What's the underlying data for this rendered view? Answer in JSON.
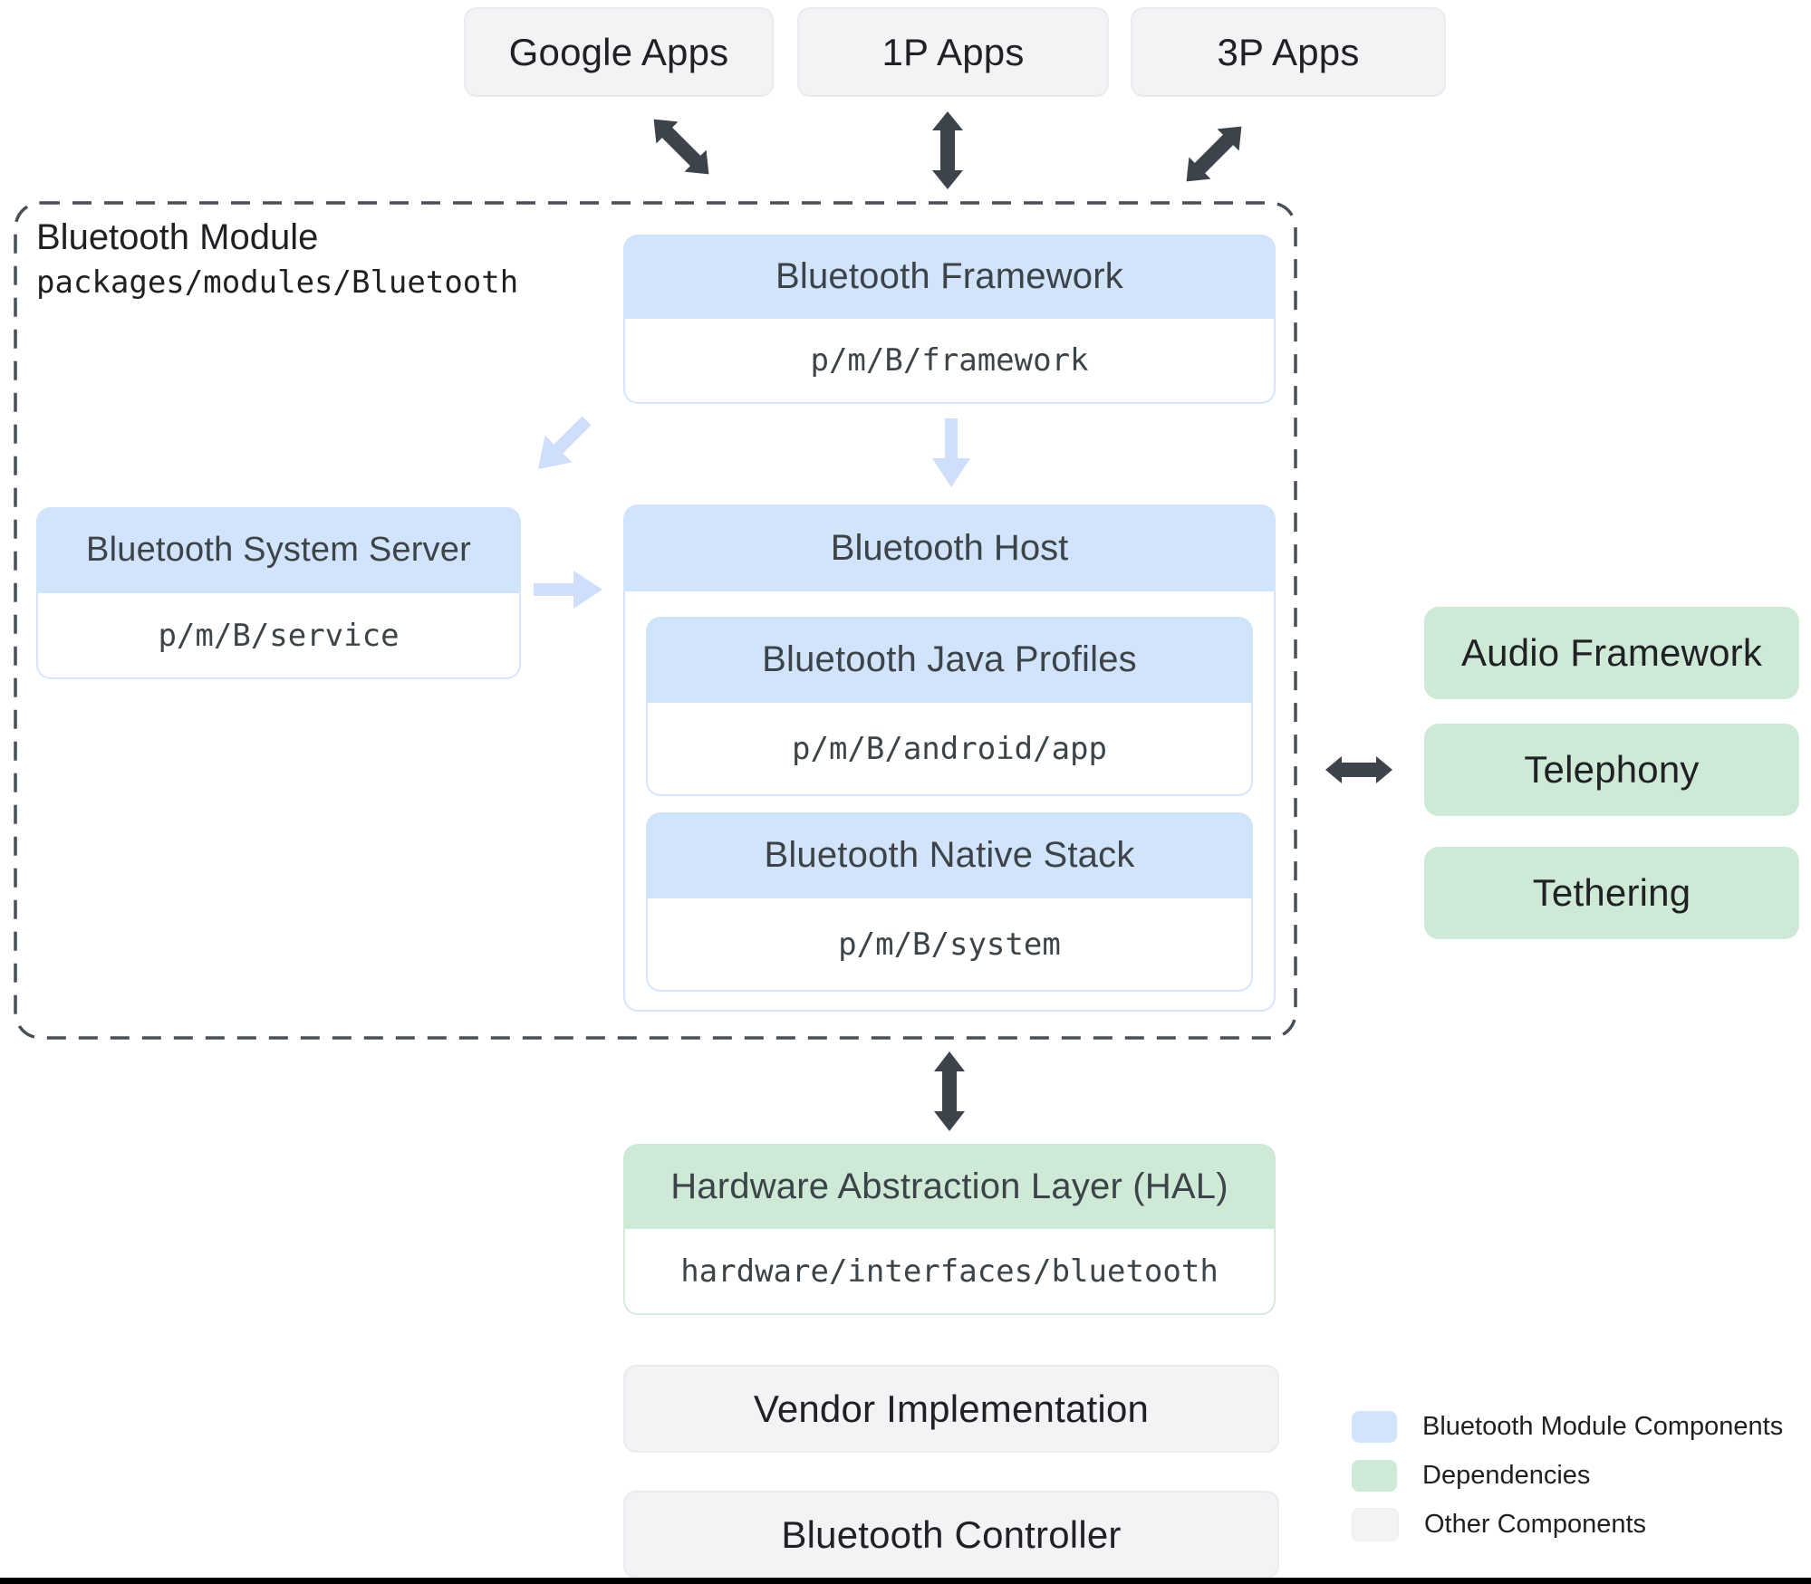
{
  "top_apps": [
    {
      "label": "Google Apps"
    },
    {
      "label": "1P Apps"
    },
    {
      "label": "3P Apps"
    }
  ],
  "bluetooth_module": {
    "title": "Bluetooth Module",
    "path": "packages/modules/Bluetooth",
    "framework": {
      "title": "Bluetooth Framework",
      "path": "p/m/B/framework"
    },
    "system_server": {
      "title": "Bluetooth System Server",
      "path": "p/m/B/service"
    },
    "host": {
      "title": "Bluetooth Host",
      "java_profiles": {
        "title": "Bluetooth Java Profiles",
        "path": "p/m/B/android/app"
      },
      "native_stack": {
        "title": "Bluetooth Native Stack",
        "path": "p/m/B/system"
      }
    }
  },
  "dependencies": [
    {
      "label": "Audio Framework"
    },
    {
      "label": "Telephony"
    },
    {
      "label": "Tethering"
    }
  ],
  "hal": {
    "title": "Hardware Abstraction Layer (HAL)",
    "path": "hardware/interfaces/bluetooth"
  },
  "other_components": [
    {
      "label": "Vendor Implementation"
    },
    {
      "label": "Bluetooth Controller"
    }
  ],
  "legend": [
    {
      "label": "Bluetooth Module Components",
      "color": "#d2e3fc"
    },
    {
      "label": "Dependencies",
      "color": "#ceead6"
    },
    {
      "label": "Other Components",
      "color": "#f1f3f4"
    }
  ],
  "colors": {
    "module_component_fill": "#d2e3fc",
    "dependency_fill": "#ceead6",
    "other_fill": "#f1f3f4",
    "dark_arrow": "#3c434a",
    "light_arrow": "#cfdffb"
  }
}
